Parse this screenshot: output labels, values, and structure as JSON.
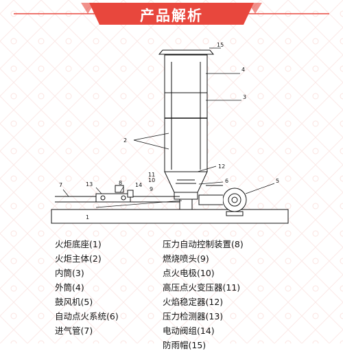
{
  "header": {
    "title": "产品解析",
    "accent_color": "#e8473d"
  },
  "diagram": {
    "callouts": [
      "1",
      "2",
      "3",
      "4",
      "5",
      "6",
      "7",
      "8",
      "9",
      "10",
      "11",
      "12",
      "13",
      "14",
      "15"
    ]
  },
  "legend": {
    "left": [
      "火炬底座(1)",
      "火炬主体(2)",
      "内筒(3)",
      "外筒(4)",
      "鼓风机(5)",
      "自动点火系统(6)",
      "进气管(7)"
    ],
    "right": [
      "压力自动控制装置(8)",
      "燃烧喷头(9)",
      "点火电极(10)",
      "高压点火变压器(11)",
      "火焰稳定器(12)",
      "压力检测器(13)",
      "电动阀组(14)",
      "防雨帽(15)"
    ]
  }
}
